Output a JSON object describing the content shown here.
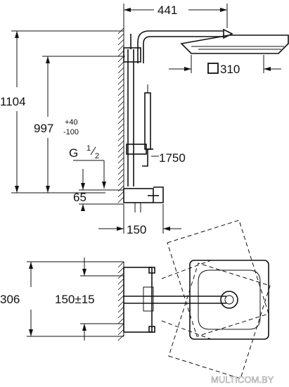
{
  "dimensions": {
    "top_width": "441",
    "head_size": "310",
    "total_height": "1104",
    "mid_height": "997",
    "tol_plus": "+40",
    "tol_minus": "-100",
    "thread": "G",
    "thread_num": "1",
    "thread_den": "2",
    "slide_height": "1750",
    "outlet_depth": "65",
    "thermostat_depth": "150",
    "spacing_height": "306",
    "spacing_width": "150±15"
  },
  "watermark": "MULTICOM.BY",
  "colors": {
    "line": "#111111",
    "background": "#ffffff"
  }
}
